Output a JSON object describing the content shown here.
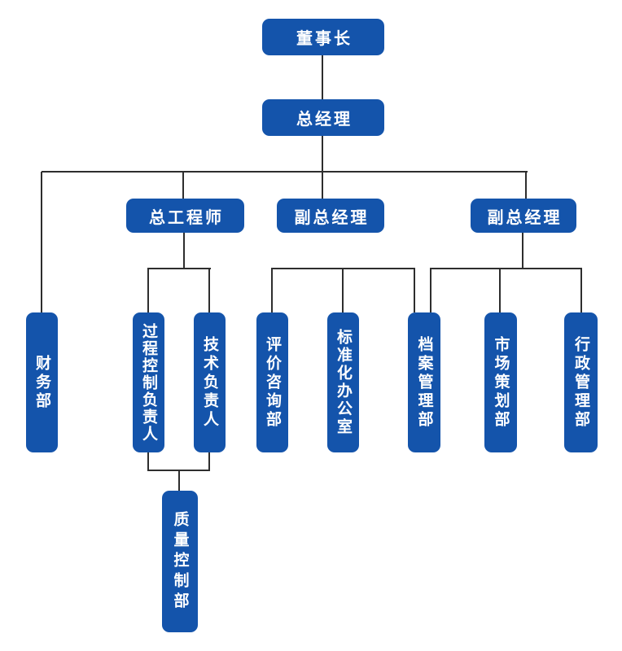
{
  "colors": {
    "box_fill": "#1454ab",
    "box_text": "#ffffff",
    "line": "#2e2e2e",
    "background": "#ffffff"
  },
  "org": {
    "chairman": "董事长",
    "general_manager": "总经理",
    "chief_engineer": "总工程师",
    "deputy_gm_1": "副总经理",
    "deputy_gm_2": "副总经理",
    "finance_dept": "财务部",
    "process_control_lead": "过程控制负责人",
    "technical_lead": "技术负责人",
    "evaluation_consulting_dept": "评价咨询部",
    "standardization_office": "标准化办公室",
    "archives_management_dept": "档案管理部",
    "market_planning_dept": "市场策划部",
    "administration_dept": "行政管理部",
    "quality_control_dept": "质量控制部"
  }
}
